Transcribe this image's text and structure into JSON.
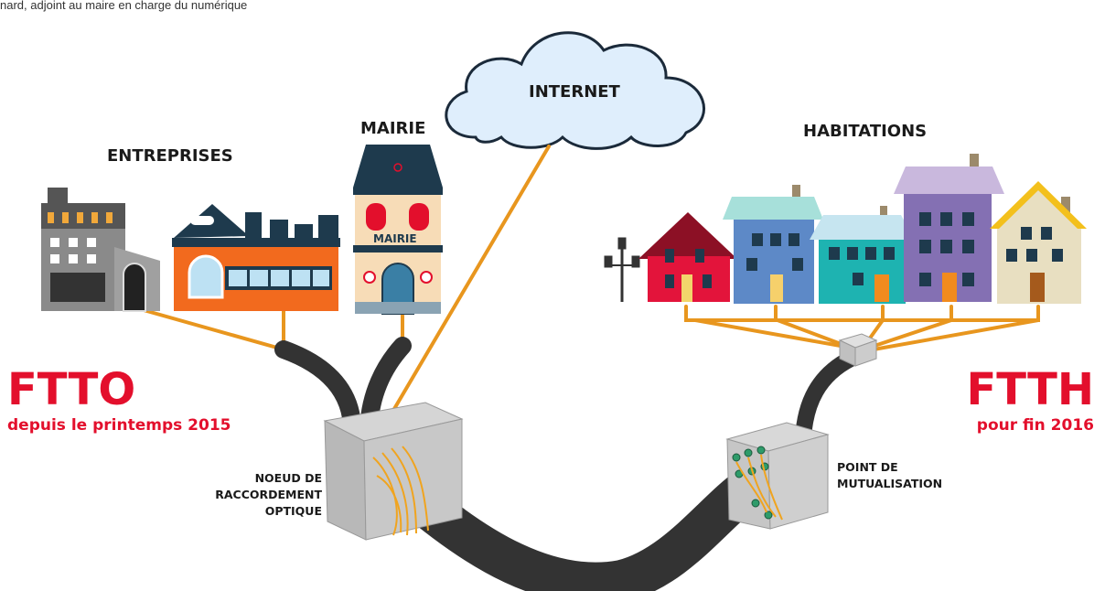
{
  "caption": "nard, adjoint au maire en charge du numérique",
  "labels": {
    "internet": "INTERNET",
    "entreprises": "ENTREPRISES",
    "mairie": "MAIRIE",
    "mairie_sign": "MAIRIE",
    "habitations": "HABITATIONS"
  },
  "ftto": {
    "title": "FTTO",
    "subtitle": "depuis le printemps 2015"
  },
  "ftth": {
    "title": "FTTH",
    "subtitle": "pour fin 2016"
  },
  "nro": {
    "line1": "NOEUD DE",
    "line2": "RACCORDEMENT",
    "line3": "OPTIQUE"
  },
  "pm": {
    "line1": "POINT DE",
    "line2": "MUTUALISATION"
  },
  "colors": {
    "accent_red": "#e30f2c",
    "fiber_orange": "#e8961e",
    "cable_dark": "#333333"
  }
}
